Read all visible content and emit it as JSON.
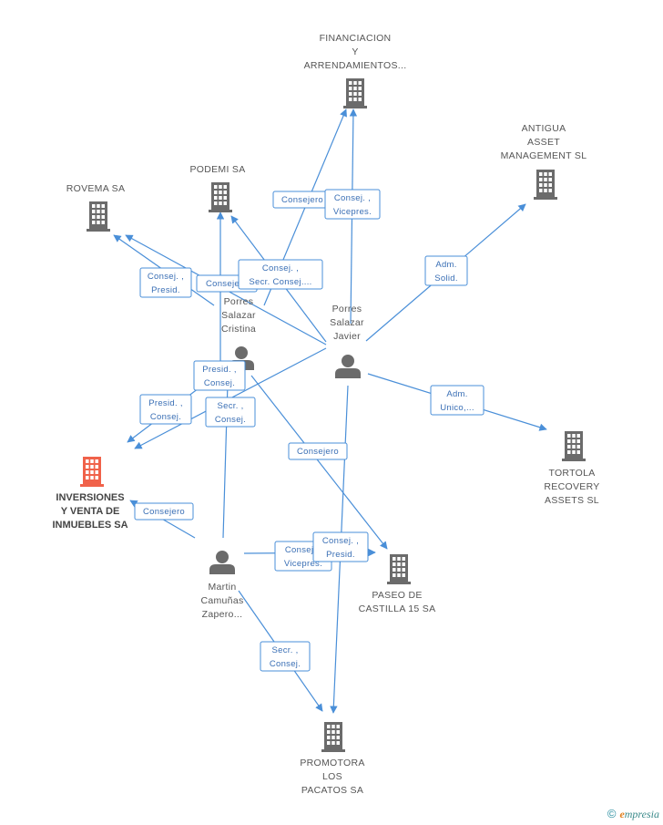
{
  "colors": {
    "edge": "#4a8fd8",
    "building": "#6b6b6b",
    "main_building": "#f0624a",
    "person": "#6b6b6b"
  },
  "nodes": [
    {
      "id": "financiacion",
      "type": "company",
      "lines": [
        "FINANCIACION",
        "Y",
        "ARRENDAMIENTOS..."
      ]
    },
    {
      "id": "antigua",
      "type": "company",
      "lines": [
        "ANTIGUA",
        "ASSET",
        "MANAGEMENT SL"
      ]
    },
    {
      "id": "podemi",
      "type": "company",
      "lines": [
        "PODEMI SA"
      ]
    },
    {
      "id": "rovema",
      "type": "company",
      "lines": [
        "ROVEMA SA"
      ]
    },
    {
      "id": "inversiones",
      "type": "company",
      "main": true,
      "lines": [
        "INVERSIONES",
        "Y VENTA DE",
        "INMUEBLES SA"
      ]
    },
    {
      "id": "tortola",
      "type": "company",
      "lines": [
        "TORTOLA",
        "RECOVERY",
        "ASSETS SL"
      ]
    },
    {
      "id": "paseo",
      "type": "company",
      "lines": [
        "PASEO DE",
        "CASTILLA 15 SA"
      ]
    },
    {
      "id": "promotora",
      "type": "company",
      "lines": [
        "PROMOTORA",
        "LOS",
        "PACATOS SA"
      ]
    },
    {
      "id": "cristina",
      "type": "person",
      "lines": [
        "Porres",
        "Salazar",
        "Cristina"
      ]
    },
    {
      "id": "javier",
      "type": "person",
      "lines": [
        "Porres",
        "Salazar",
        "Javier"
      ]
    },
    {
      "id": "martin",
      "type": "person",
      "lines": [
        "Martin",
        "Camuñas",
        "Zapero..."
      ]
    }
  ],
  "edges": [
    {
      "id": "e1",
      "lines": [
        "Consejero"
      ]
    },
    {
      "id": "e2",
      "lines": [
        "Consej. ,",
        "Vicepres."
      ]
    },
    {
      "id": "e3",
      "lines": [
        "Consej. ,",
        "Presid."
      ]
    },
    {
      "id": "e4",
      "lines": [
        "Consejero"
      ]
    },
    {
      "id": "e5",
      "lines": [
        "Consej. ,",
        "Secr. Consej...."
      ]
    },
    {
      "id": "e6",
      "lines": [
        "Adm.",
        "Solid."
      ]
    },
    {
      "id": "e7",
      "lines": [
        "Presid. ,",
        "Consej."
      ]
    },
    {
      "id": "e8",
      "lines": [
        "Presid. ,",
        "Consej."
      ]
    },
    {
      "id": "e9",
      "lines": [
        "Secr. ,",
        "Consej."
      ]
    },
    {
      "id": "e10",
      "lines": [
        "Adm.",
        "Unico,..."
      ]
    },
    {
      "id": "e11",
      "lines": [
        "Consejero"
      ]
    },
    {
      "id": "e12",
      "lines": [
        "Consejero"
      ]
    },
    {
      "id": "e13",
      "lines": [
        "Consej. ,",
        "Vicepres."
      ]
    },
    {
      "id": "e14",
      "lines": [
        "Consej. ,",
        "Presid."
      ]
    },
    {
      "id": "e15",
      "lines": [
        "Secr. ,",
        "Consej."
      ]
    }
  ],
  "brand": {
    "copyright": "©",
    "initial": "e",
    "name": "mpresia"
  }
}
